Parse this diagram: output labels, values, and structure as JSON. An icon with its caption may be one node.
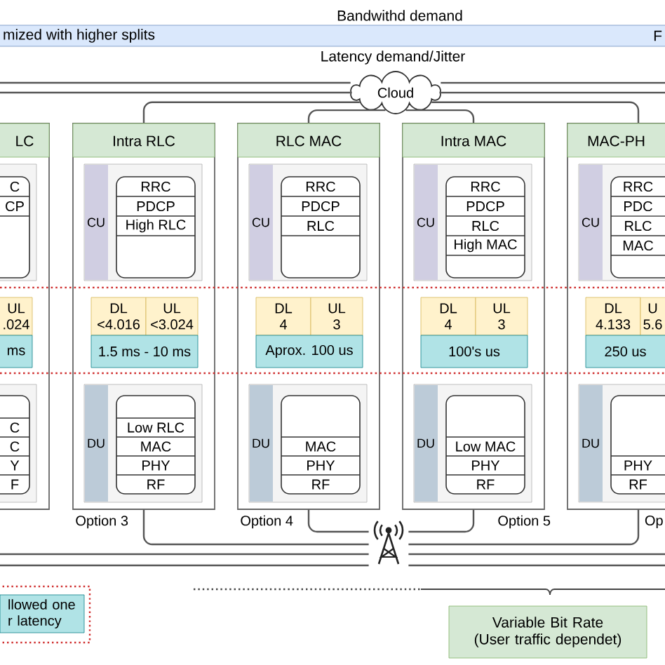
{
  "diagram": {
    "nodes": [
      {
        "text": [
          "LC"
        ]
      },
      {
        "text": [],
        "shape": "box",
        "in": 0
      },
      {
        "text": [
          "C",
          "CP"
        ],
        "in": 1
      },
      {
        "text": [
          "UL",
          ".024"
        ],
        "in": 0
      },
      {
        "text": [
          "ms"
        ],
        "in": 0
      },
      {
        "text": [],
        "shape": "box",
        "in": 0
      },
      {
        "text": [
          "C",
          "C",
          "Y",
          "F"
        ],
        "in": 5
      },
      {
        "text": [
          "Intra RLC"
        ],
        "beside": [
          "Option 3"
        ]
      },
      {
        "text": [
          "CU"
        ],
        "in": 7
      },
      {
        "text": [
          "RRC",
          "PDCP",
          "High RLC"
        ],
        "in": 8
      },
      {
        "text": [
          "DL",
          "<4.016"
        ],
        "in": 7
      },
      {
        "text": [
          "UL",
          "<3.024"
        ],
        "in": 7
      },
      {
        "text": [
          "1.5 ms - 10 ms"
        ],
        "in": 7
      },
      {
        "text": [
          "DU"
        ],
        "in": 7
      },
      {
        "text": [
          "Low RLC",
          "MAC",
          "PHY",
          "RF"
        ],
        "in": 13
      },
      {
        "text": [
          "RLC MAC"
        ],
        "beside": [
          "Option 4"
        ]
      },
      {
        "text": [
          "CU"
        ],
        "in": 15
      },
      {
        "text": [
          "RRC",
          "PDCP",
          "RLC"
        ],
        "in": 16
      },
      {
        "text": [
          "DL",
          "4"
        ],
        "in": 15
      },
      {
        "text": [
          "UL",
          "3"
        ],
        "in": 15
      },
      {
        "text": [
          "Aprox. 100 us"
        ],
        "in": 15
      },
      {
        "text": [
          "DU"
        ],
        "in": 15
      },
      {
        "text": [
          "MAC",
          "PHY",
          "RF"
        ],
        "in": 21
      },
      {
        "text": [
          "Intra MAC"
        ],
        "beside": [
          "Option 5"
        ]
      },
      {
        "text": [
          "CU"
        ],
        "in": 23
      },
      {
        "text": [
          "RRC",
          "PDCP",
          "RLC",
          "High MAC"
        ],
        "in": 24
      },
      {
        "text": [
          "DL",
          "4"
        ],
        "in": 23
      },
      {
        "text": [
          "UL",
          "3"
        ],
        "in": 23
      },
      {
        "text": [
          "100's us"
        ],
        "in": 23
      },
      {
        "text": [
          "DU"
        ],
        "in": 23
      },
      {
        "text": [
          "Low MAC",
          "PHY",
          "RF"
        ],
        "in": 29
      },
      {
        "text": [
          "MAC-PH"
        ],
        "beside": [
          "Op"
        ]
      },
      {
        "text": [
          "CU"
        ],
        "in": 31
      },
      {
        "text": [
          "RRC",
          "PDC",
          "RLC",
          "MAC"
        ],
        "in": 32
      },
      {
        "text": [
          "DL",
          "4.133"
        ],
        "in": 31
      },
      {
        "text": [
          "U",
          "5.6"
        ],
        "in": 31
      },
      {
        "text": [
          "250 us"
        ],
        "in": 31
      },
      {
        "text": [
          "DU"
        ],
        "in": 31
      },
      {
        "text": [
          "PHY",
          "RF"
        ],
        "in": 37
      },
      {
        "text": [
          "mized with higher splits",
          "F"
        ]
      },
      {
        "text": [
          "Cloud"
        ]
      },
      {
        "text": [],
        "shape": "antenna"
      },
      {
        "text": [
          "llowed one r latency"
        ]
      },
      {
        "text": [
          "Variable Bit Rate (User traffic dependet)"
        ]
      }
    ],
    "edges": [
      {
        "from": 40,
        "to": 7,
        "arrow": "none"
      },
      {
        "from": 40,
        "to": 15,
        "arrow": "none"
      },
      {
        "from": 40,
        "to": 23,
        "arrow": "none"
      },
      {
        "from": 40,
        "to": 31,
        "arrow": "none"
      },
      {
        "from": null,
        "to": 40,
        "arrow": "none"
      },
      {
        "from": null,
        "to": 40,
        "arrow": "none"
      },
      {
        "from": 40,
        "to": null,
        "arrow": "none"
      },
      {
        "from": 40,
        "to": null,
        "arrow": "none"
      },
      {
        "from": 7,
        "to": 41,
        "arrow": "none"
      },
      {
        "from": 15,
        "to": 41,
        "arrow": "none"
      },
      {
        "from": 23,
        "to": 41,
        "arrow": "none"
      },
      {
        "from": 31,
        "to": 41,
        "arrow": "none"
      },
      {
        "from": null,
        "to": 41,
        "arrow": "none"
      },
      {
        "from": null,
        "to": 41,
        "arrow": "none"
      },
      {
        "from": 41,
        "to": null,
        "arrow": "none"
      },
      {
        "from": 41,
        "to": null,
        "arrow": "none"
      }
    ],
    "labels": [
      "Bandwithd demand",
      "Latency demand/Jitter"
    ]
  }
}
